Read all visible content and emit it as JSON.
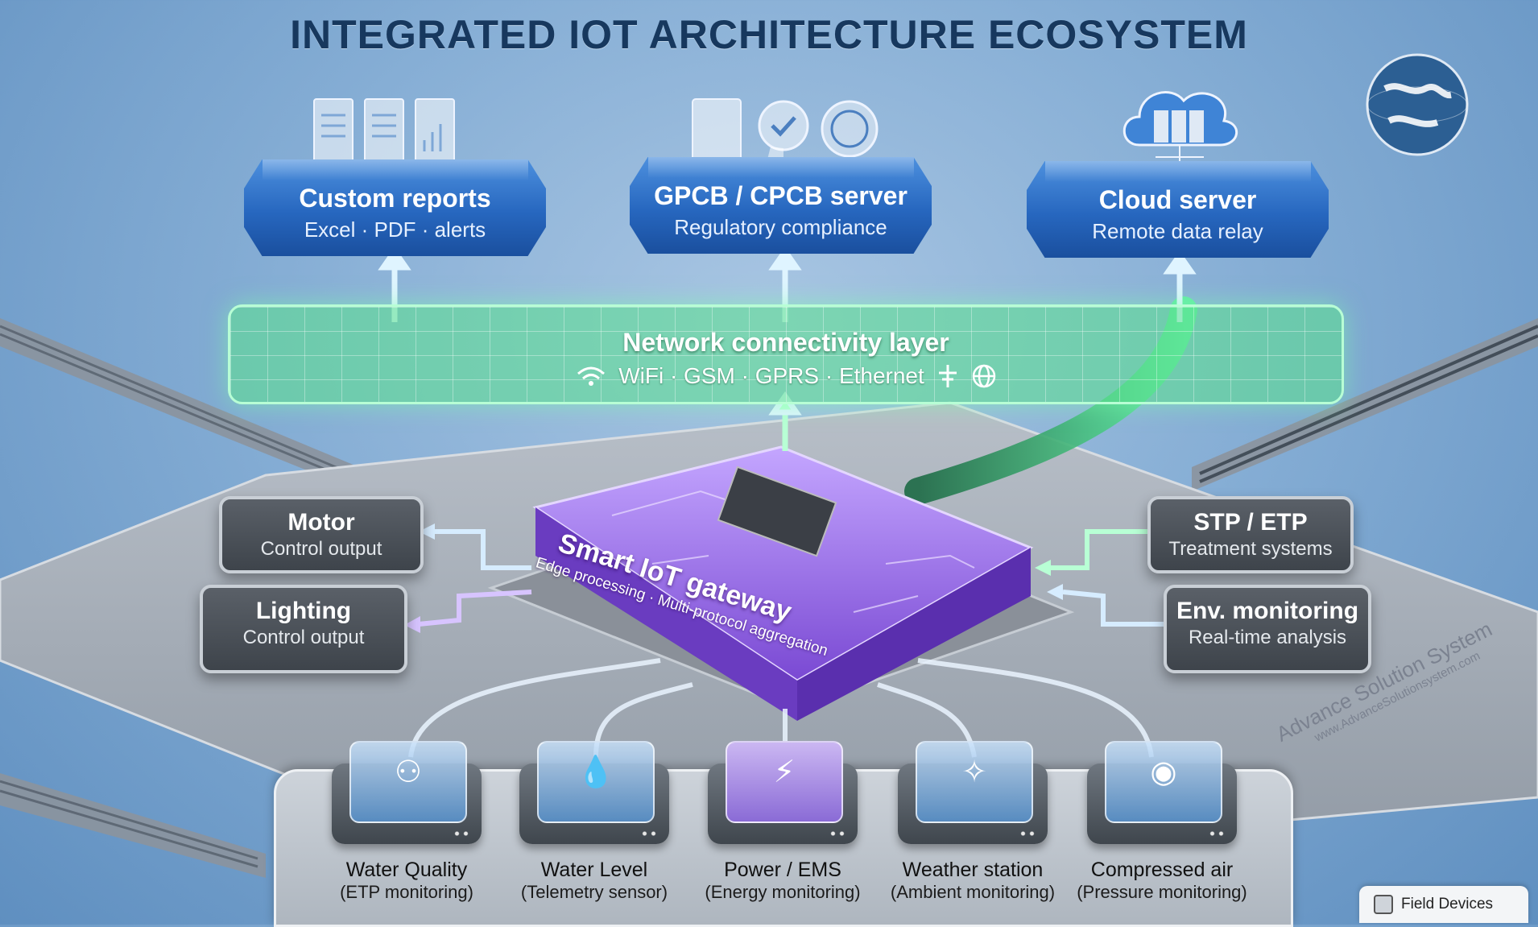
{
  "title": "INTEGRATED IOT ARCHITECTURE ECOSYSTEM",
  "servers": [
    {
      "name": "Custom reports",
      "sub": "Excel · PDF · alerts",
      "icon": "report-documents-icon"
    },
    {
      "name": "GPCB / CPCB server",
      "sub": "Regulatory compliance",
      "icon": "certificate-seal-icon"
    },
    {
      "name": "Cloud server",
      "sub": "Remote data relay",
      "icon": "cloud-server-icon"
    }
  ],
  "network": {
    "title": "Network connectivity layer",
    "protocols": "WiFi · GSM · GPRS · Ethernet",
    "icons": [
      "wifi-icon",
      "antenna-icon",
      "globe-icon"
    ]
  },
  "gateway": {
    "name": "Smart IoT gateway",
    "sub": "Edge processing · Multi-protocol aggregation"
  },
  "outputs": [
    {
      "name": "Motor",
      "sub": "Control output"
    },
    {
      "name": "Lighting",
      "sub": "Control output"
    }
  ],
  "inputs": [
    {
      "name": "STP / ETP",
      "sub": "Treatment systems"
    },
    {
      "name": "Env. monitoring",
      "sub": "Real-time analysis"
    }
  ],
  "devices": [
    {
      "name": "Water Quality",
      "sub": "(ETP monitoring)",
      "icon": "water-quality-sensor-icon"
    },
    {
      "name": "Water Level",
      "sub": "(Telemetry sensor)",
      "icon": "water-drop-icon"
    },
    {
      "name": "Power / EMS",
      "sub": "(Energy monitoring)",
      "icon": "power-chip-icon"
    },
    {
      "name": "Weather station",
      "sub": "(Ambient monitoring)",
      "icon": "anemometer-icon"
    },
    {
      "name": "Compressed air",
      "sub": "(Pressure monitoring)",
      "icon": "air-tank-icon"
    }
  ],
  "legend": {
    "label": "Field Devices"
  },
  "brand": {
    "name": "Advance Solution System",
    "url": "www.AdvanceSolutionsystem.com"
  },
  "colors": {
    "server_blue": "#2767bf",
    "network_green": "#5ae18c",
    "gateway_purple": "#8b5fd9",
    "panel_gray": "#4a5057",
    "title_navy": "#17385e"
  }
}
